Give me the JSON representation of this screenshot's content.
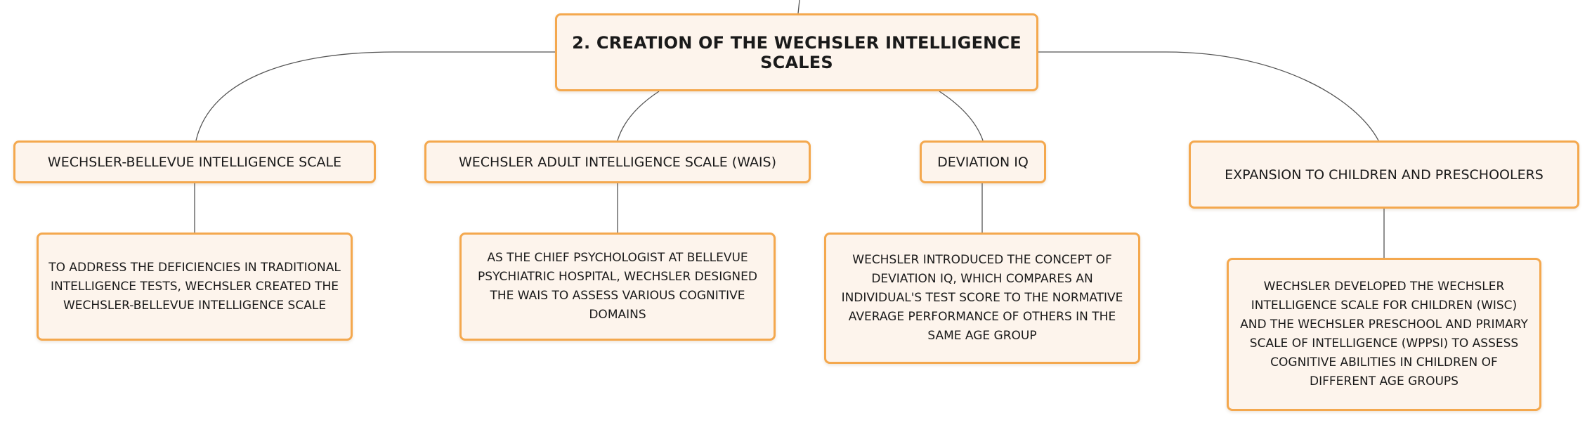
{
  "root": {
    "label": "2. CREATION OF THE WECHSLER INTELLIGENCE SCALES"
  },
  "branches": [
    {
      "label": "WECHSLER-BELLEVUE INTELLIGENCE SCALE",
      "detail": "TO ADDRESS THE DEFICIENCIES IN TRADITIONAL INTELLIGENCE TESTS, WECHSLER CREATED THE WECHSLER-BELLEVUE INTELLIGENCE SCALE"
    },
    {
      "label": "WECHSLER ADULT INTELLIGENCE SCALE (WAIS)",
      "detail": "AS THE CHIEF PSYCHOLOGIST AT BELLEVUE PSYCHIATRIC HOSPITAL, WECHSLER DESIGNED THE WAIS TO ASSESS VARIOUS COGNITIVE DOMAINS"
    },
    {
      "label": "DEVIATION IQ",
      "detail": "WECHSLER INTRODUCED THE CONCEPT OF DEVIATION IQ, WHICH COMPARES AN INDIVIDUAL'S TEST SCORE TO THE NORMATIVE AVERAGE PERFORMANCE OF OTHERS IN THE SAME AGE GROUP"
    },
    {
      "label": "EXPANSION TO CHILDREN AND PRESCHOOLERS",
      "detail": "WECHSLER DEVELOPED THE WECHSLER INTELLIGENCE SCALE FOR CHILDREN (WISC) AND THE WECHSLER PRESCHOOL AND PRIMARY SCALE OF INTELLIGENCE (WPPSI) TO ASSESS COGNITIVE ABILITIES IN CHILDREN OF DIFFERENT AGE GROUPS"
    }
  ],
  "colors": {
    "node_fill": "#fdf4ec",
    "node_border": "#f4a84e",
    "connector": "#555555"
  }
}
